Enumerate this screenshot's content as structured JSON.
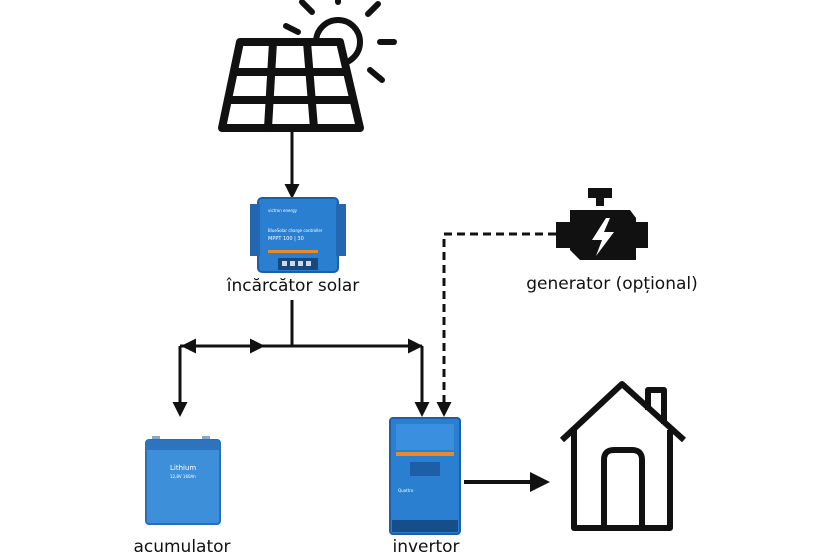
{
  "labels": {
    "charger": "încărcător solar",
    "generator": "generator (opțional)",
    "battery": "acumulator",
    "inverter": "invertor"
  },
  "devices": {
    "charger_brand": "victron energy",
    "charger_title": "BlueSolar charge controller",
    "charger_model": "MPPT 100 | 30",
    "battery_title": "Lithium",
    "battery_spec": "12,8V 160Ah",
    "inverter_name": "Quattro"
  },
  "icons": {
    "solar_panel": "solar-panel-icon",
    "sun": "sun-icon",
    "generator": "engine-bolt-icon",
    "house": "house-icon"
  },
  "colors": {
    "line": "#111111",
    "device_blue": "#2a7fd0",
    "device_dark": "#1c5fa8",
    "accent_orange": "#e8892b"
  }
}
